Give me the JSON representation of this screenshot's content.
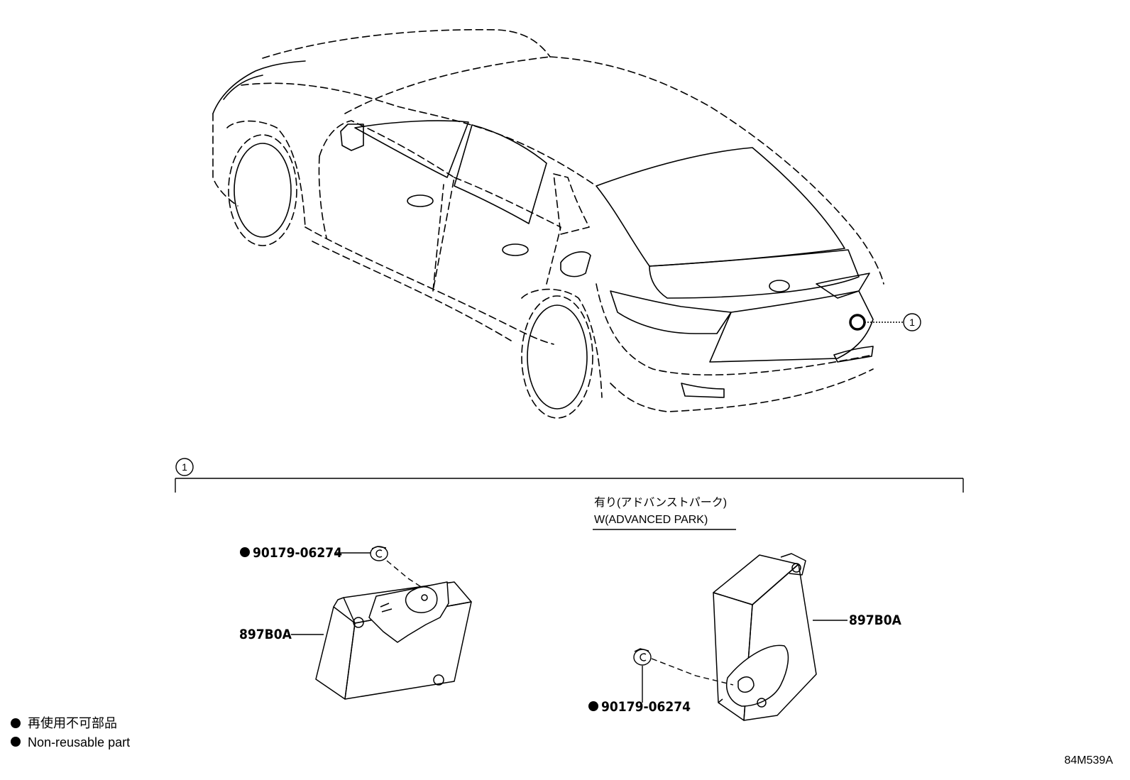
{
  "callout": {
    "number": "1"
  },
  "section": {
    "number": "1"
  },
  "variant": {
    "jp": "有り(アドバンストパーク)",
    "en": "W(ADVANCED PARK)"
  },
  "left_unit": {
    "screw_part_no": "90179-06274",
    "module_part_no": "897B0A"
  },
  "right_unit": {
    "screw_part_no": "90179-06274",
    "module_part_no": "897B0A"
  },
  "legend": {
    "jp": "再使用不可部品",
    "en": "Non-reusable part"
  },
  "diagram_code": "84M539A"
}
